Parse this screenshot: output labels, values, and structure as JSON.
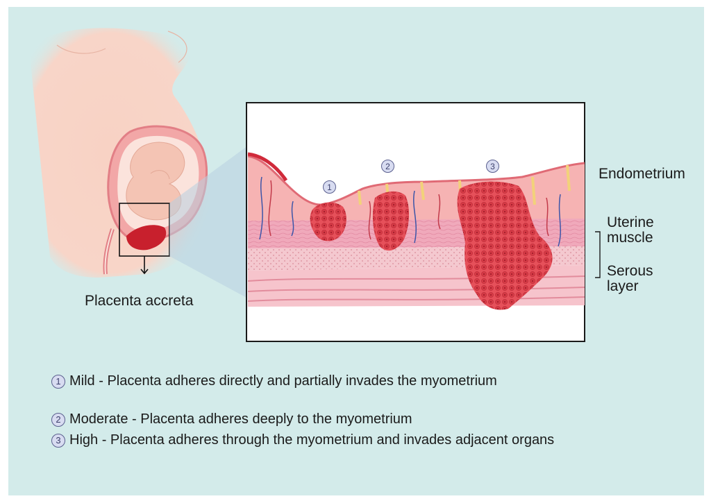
{
  "labels": {
    "placenta_accreta": "Placenta accreta",
    "endometrium": "Endometrium",
    "uterine_muscle": "Uterine\nmuscle",
    "serous_layer": "Serous\nlayer"
  },
  "markers": [
    "1",
    "2",
    "3"
  ],
  "legend": [
    {
      "num": "1",
      "text": "Mild - Placenta adheres directly and partially invades the myometrium"
    },
    {
      "num": "2",
      "text": "Moderate - Placenta adheres deeply to the myometrium"
    },
    {
      "num": "3",
      "text": "High - Placenta adheres through the myometrium and invades adjacent organs"
    }
  ],
  "colors": {
    "background": "#d3ebea",
    "skin": "#f6d5c8",
    "placenta": "#d9474e",
    "tissue_pink": "#f3b5c2"
  }
}
